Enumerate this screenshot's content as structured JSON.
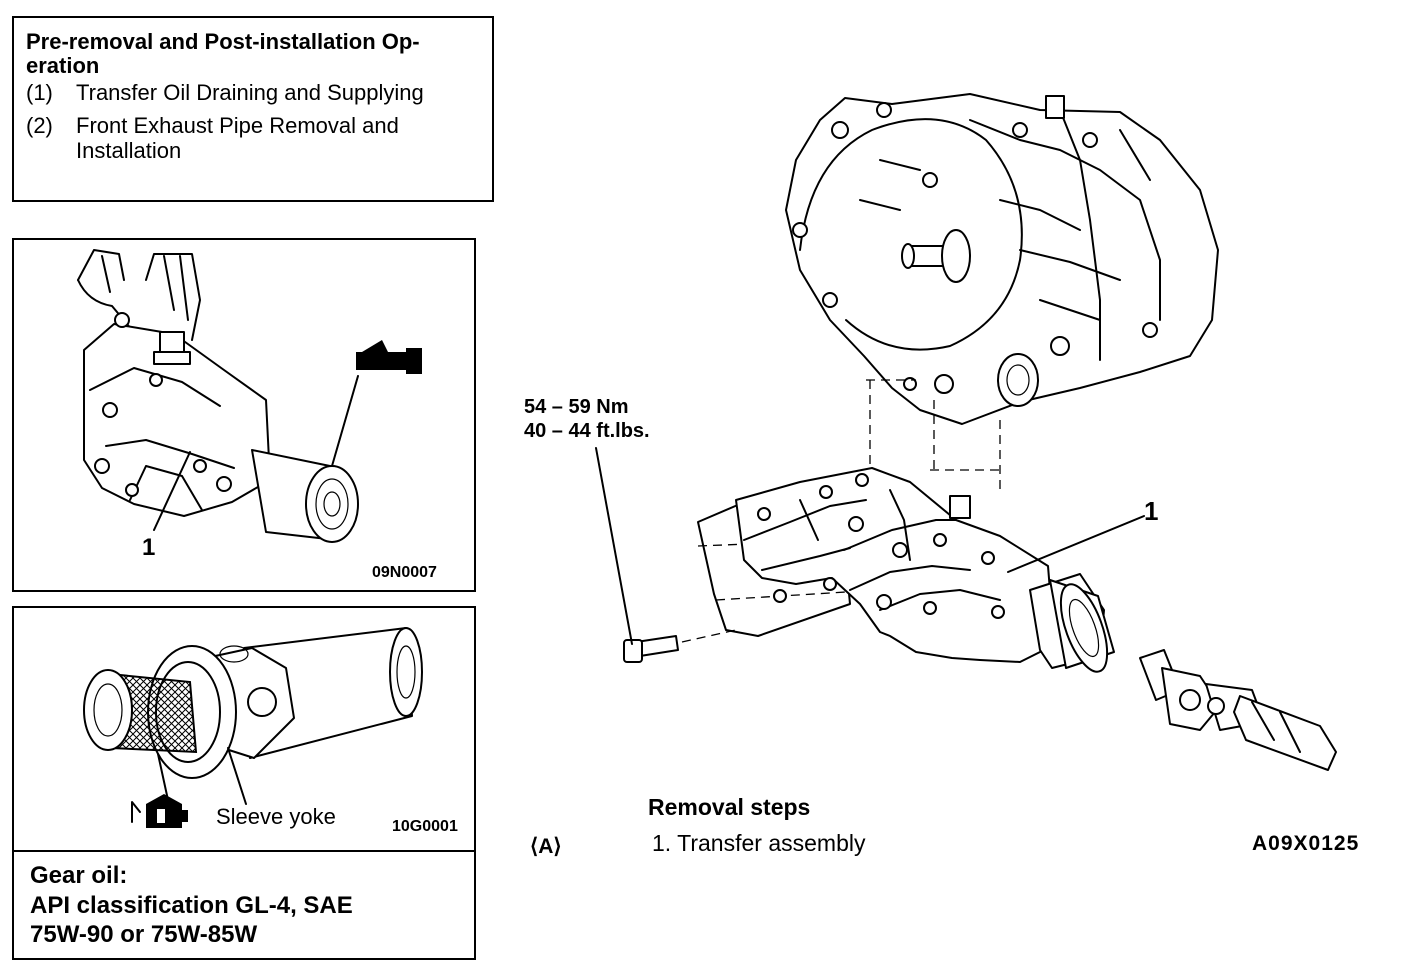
{
  "pre_removal": {
    "title_line1": "Pre-removal and Post-installation Op-",
    "title_line2": "eration",
    "item1_num": "(1)",
    "item1_text": "Transfer Oil Draining and Supplying",
    "item2_num": "(2)",
    "item2_line1": "Front Exhaust Pipe Removal and",
    "item2_line2": "Installation"
  },
  "fig_transfer": {
    "callout": "1",
    "code": "09N0007"
  },
  "fig_yoke": {
    "label": "Sleeve yoke",
    "code": "10G0001"
  },
  "gear_oil": {
    "line1": "Gear oil:",
    "line2": "API classification GL-4, SAE",
    "line3": "75W-90 or 75W-85W"
  },
  "main_fig": {
    "torque_nm": "54 – 59 Nm",
    "torque_ftlbs": "40 – 44 ft.lbs.",
    "callout": "1",
    "code": "A09X0125"
  },
  "removal": {
    "heading": "Removal steps",
    "marker": "⟨A⟩",
    "step1": "1. Transfer assembly"
  }
}
